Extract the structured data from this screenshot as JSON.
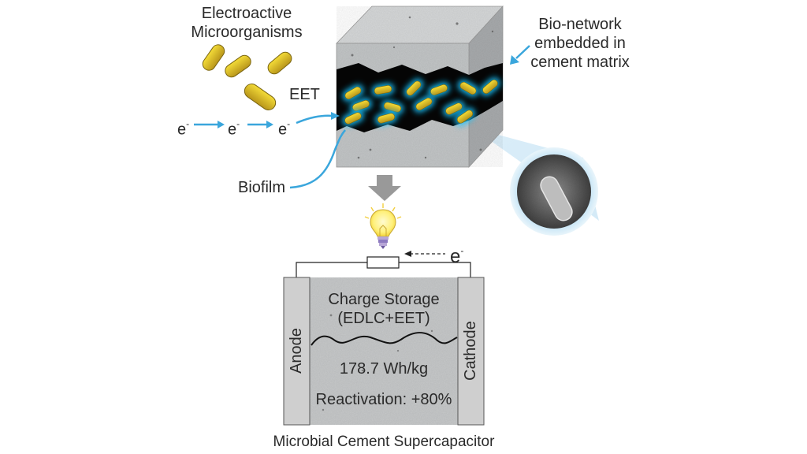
{
  "labels": {
    "microbes_line1": "Electroactive",
    "microbes_line2": "Microorganisms",
    "eet": "EET",
    "electron": "e",
    "electron_sup": "-",
    "biofilm": "Biofilm",
    "bionet_line1": "Bio-network",
    "bionet_line2": "embedded in",
    "bionet_line3": "cement matrix",
    "charge_line1": "Charge Storage",
    "charge_line2": "(EDLC+EET)",
    "energy": "178.7 Wh/kg",
    "reactivation": "Reactivation: +80%",
    "anode": "Anode",
    "cathode": "Cathode",
    "caption": "Microbial Cement Supercapacitor"
  },
  "colors": {
    "arrow_blue": "#3aa6dc",
    "bacteria_yellow": "#e7c21a",
    "glow": "#19c4ff",
    "cement": "#c9cbcc",
    "electrode": "#cfcfcf"
  },
  "icons": [
    "lightbulb-icon",
    "resistor-icon",
    "down-arrow-icon",
    "sem-zoom-icon"
  ]
}
